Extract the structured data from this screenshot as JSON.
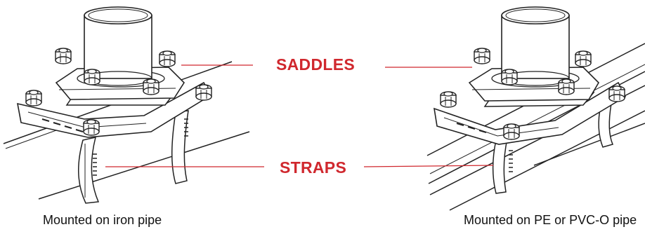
{
  "callouts": {
    "saddles": "SADDLES",
    "straps": "STRAPS"
  },
  "captions": {
    "left": "Mounted on iron pipe",
    "right": "Mounted on PE or PVC-O pipe"
  },
  "colors": {
    "callout_text": "#d0282e",
    "callout_line": "#d0282e",
    "drawing_line": "#222222"
  }
}
